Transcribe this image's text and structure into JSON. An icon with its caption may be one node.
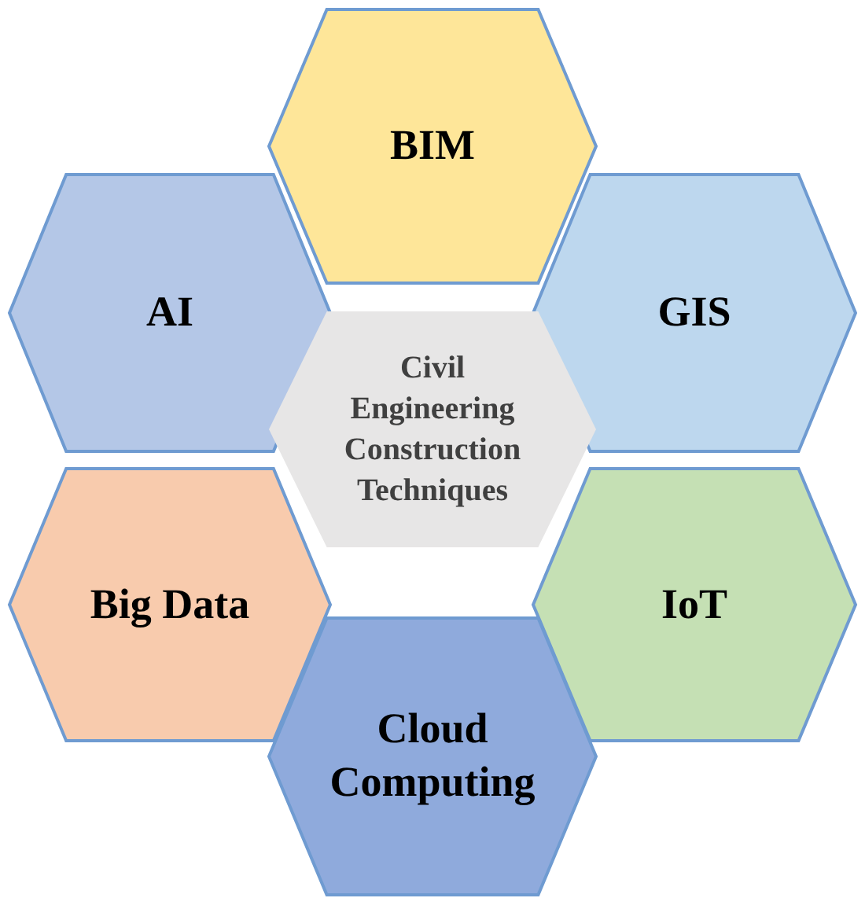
{
  "diagram": {
    "nodes": [
      {
        "text": [
          "Civil Engineering Construction Techniques"
        ]
      },
      {
        "text": [
          "BIM"
        ]
      },
      {
        "text": [
          "AI"
        ]
      },
      {
        "text": [
          "GIS"
        ]
      },
      {
        "text": [
          "Big Data"
        ]
      },
      {
        "text": [
          "IoT"
        ]
      },
      {
        "text": [
          "Cloud Computing"
        ]
      }
    ]
  }
}
